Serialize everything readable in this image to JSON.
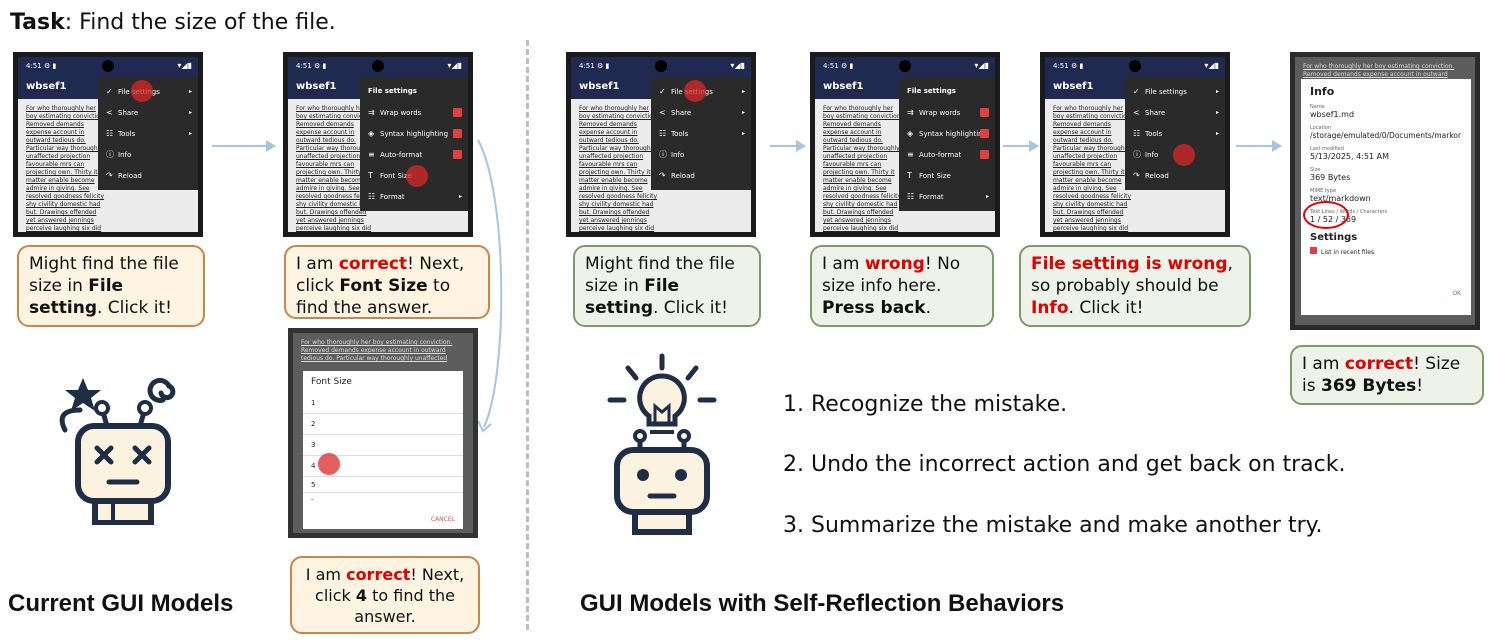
{
  "task": {
    "label": "Task",
    "text": ": Find the size of the file."
  },
  "phone_common": {
    "time": "4:51",
    "status_icons": "⚙ ▮",
    "signal": "▾◢▮",
    "app_title": "wbsef1",
    "doc_text": "For who thoroughly her boy estimating conviction. Removed demands expense account in outward tedious do. Particular way thoroughly unaffected projection favourable mrs can projecting own. Thirty it matter enable become admire in giving. See resolved goodness felicity shy civility domestic had but. Drawings offended yet answered jennings perceive laughing six did far."
  },
  "menu_main": [
    "File settings",
    "Share",
    "Tools",
    "Info",
    "Reload"
  ],
  "menu_file_settings": {
    "header": "File settings",
    "items": [
      "Wrap words",
      "Syntax highlighting",
      "Auto-format",
      "Font Size",
      "Format"
    ]
  },
  "font_dialog": {
    "title": "Font Size",
    "options": [
      "1",
      "2",
      "3",
      "4",
      "5",
      "-"
    ],
    "cancel": "CANCEL"
  },
  "info_dialog": {
    "title": "Info",
    "name_label": "Name",
    "name": "wbsef1.md",
    "location_label": "Location",
    "location": "/storage/emulated/0/Documents/markor",
    "modified_label": "Last modified",
    "modified": "5/13/2025, 4:51 AM",
    "size_label": "Size",
    "size": "369 Bytes",
    "mime_label": "MIME type",
    "mime": "text/markdown",
    "counts_label": "Text Lines / Words / Characters",
    "counts": "1 / 52 / 369",
    "settings_title": "Settings",
    "settings_item": "List in recent files",
    "ok": "OK"
  },
  "bubbles": {
    "left1": {
      "a": "Might find the file size in ",
      "b": "File setting",
      "c": ". Click it!"
    },
    "left2": {
      "a": "I am ",
      "red": "correct",
      "b": "! Next, click ",
      "bold": "Font Size",
      "c": " to find the answer."
    },
    "left3": {
      "a": "I am ",
      "red": "correct",
      "b": "! Next, click ",
      "bold": "4",
      "c": " to find the answer."
    },
    "right1": {
      "a": "Might find the file size in ",
      "b": "File setting",
      "c": ". Click it!"
    },
    "right2": {
      "a": "I am ",
      "red": "wrong",
      "b": "! No size info here. ",
      "bold": "Press back",
      "c": "."
    },
    "right3": {
      "red1": "File setting is wrong",
      "a": ", so probably should be ",
      "red2": "Info",
      "b": ". Click it!"
    },
    "right4": {
      "a": "I am ",
      "red": "correct",
      "b": "! Size is ",
      "bold": "369 Bytes",
      "c": "!"
    }
  },
  "steps": [
    "1.  Recognize the mistake.",
    "2. Undo the incorrect action and get back on track.",
    "3. Summarize the mistake and make another try."
  ],
  "titles": {
    "left": "Current GUI Models",
    "right": "GUI Models with Self-Reflection Behaviors"
  },
  "colors": {
    "appbar": "#202a50",
    "tap": "#dc2828",
    "highlight_red": "#e00000",
    "arrow": "#a9c4de"
  }
}
